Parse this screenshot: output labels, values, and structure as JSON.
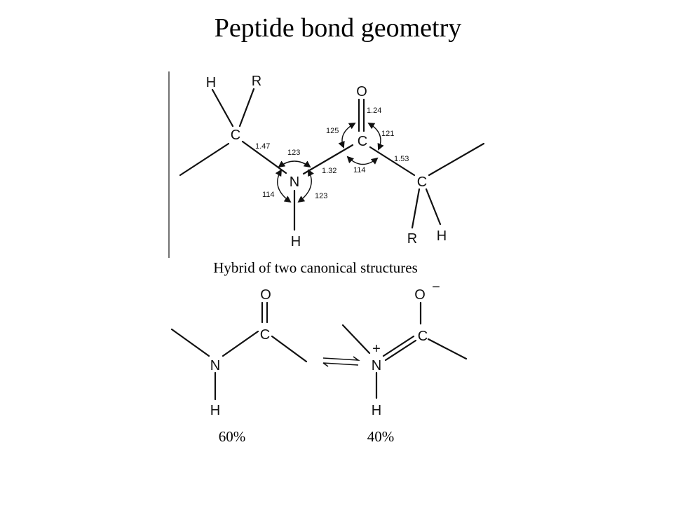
{
  "slide": {
    "title": "Peptide bond geometry",
    "subtitle": "Hybrid of two canonical structures"
  },
  "top_structure": {
    "atoms": {
      "h_alpha_left": "H",
      "r_alpha_left": "R",
      "c_alpha_left": "C",
      "n_amide": "N",
      "h_amide": "H",
      "c_carbonyl": "C",
      "o_carbonyl": "O",
      "c_alpha_right": "C",
      "r_alpha_right": "R",
      "h_alpha_right": "H"
    },
    "bond_lengths": {
      "calpha_n": "1.47",
      "n_c": "1.32",
      "c_o": "1.24",
      "c_calpha": "1.53"
    },
    "bond_angles": {
      "calpha_n_c": "123",
      "calpha_n_h": "114",
      "c_n_h": "123",
      "o_c_n": "125",
      "o_c_calpha": "121",
      "n_c_calpha": "114"
    }
  },
  "resonance": {
    "left": {
      "atoms": {
        "o": "O",
        "c": "C",
        "n": "N",
        "h": "H"
      },
      "percent": "60%"
    },
    "right": {
      "atoms": {
        "o": "O",
        "c": "C",
        "n": "N",
        "h": "H"
      },
      "charge_o": "−",
      "charge_n": "+",
      "percent": "40%"
    }
  }
}
